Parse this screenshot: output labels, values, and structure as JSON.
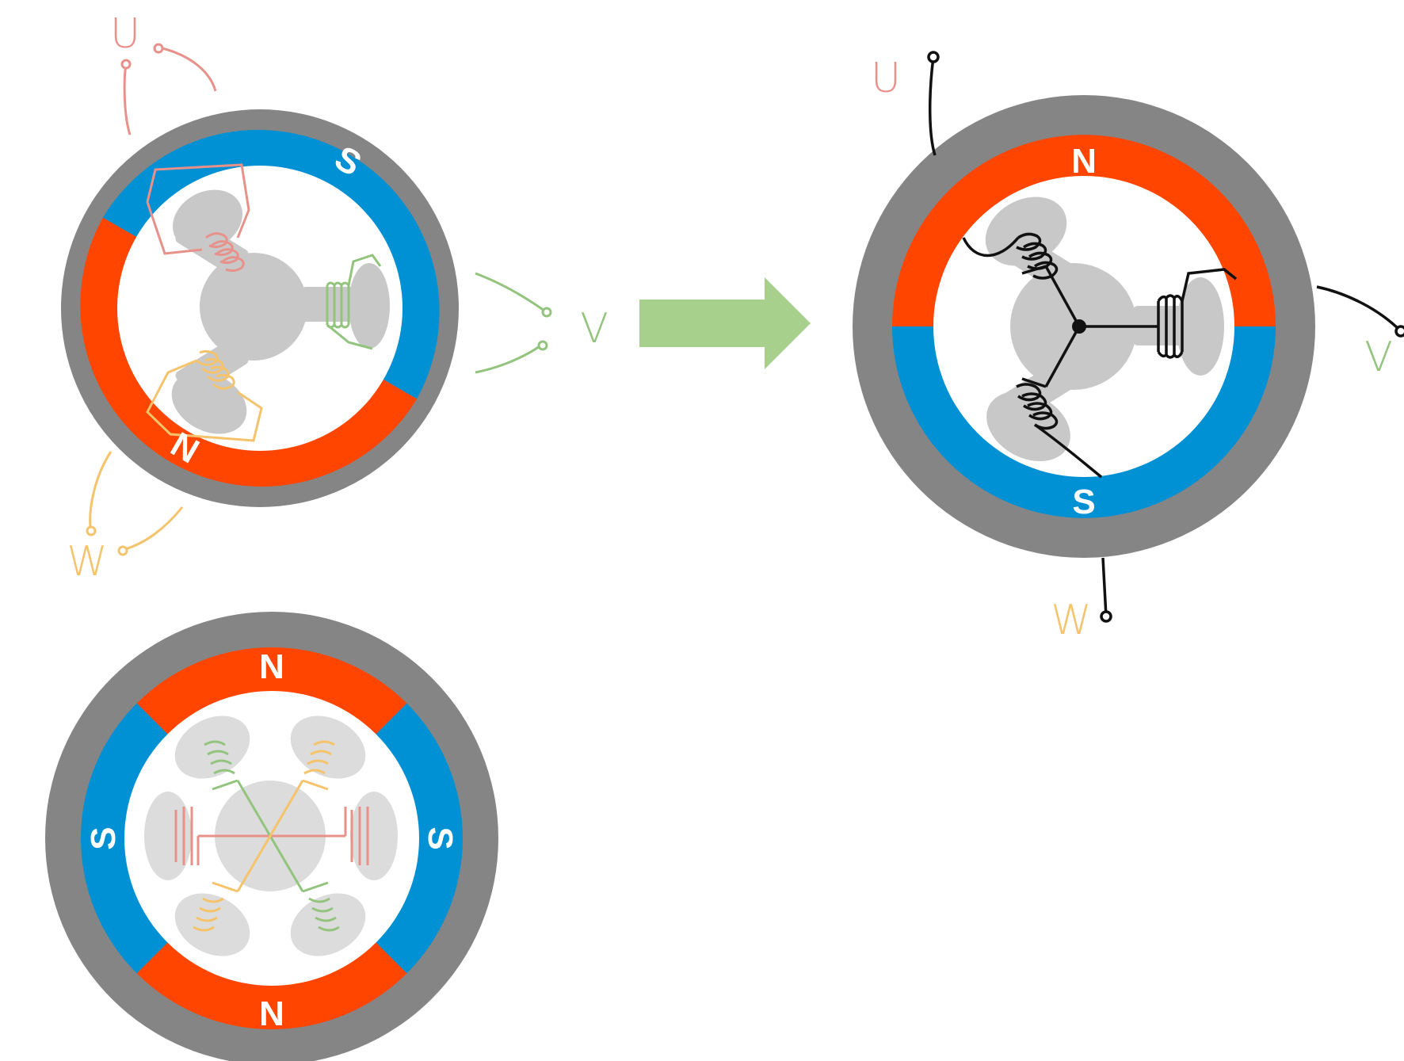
{
  "colors": {
    "stator_ring": "#858585",
    "north_magnet": "#ff4500",
    "south_magnet": "#0090d4",
    "rotor_core": "#c8c8c8",
    "winding_u": "#e8918a",
    "winding_v": "#93c47d",
    "winding_w": "#f5c36b",
    "winding_star": "#111111",
    "arrow": "#a8d08d"
  },
  "left_top_motor": {
    "pole_north": "N",
    "pole_south": "S",
    "phase_u": "U",
    "phase_v": "V",
    "phase_w": "W"
  },
  "right_motor": {
    "pole_north": "N",
    "pole_south": "S",
    "phase_u": "U",
    "phase_v": "V",
    "phase_w": "W"
  },
  "bottom_motor": {
    "pole_north_top": "N",
    "pole_north_bottom": "N",
    "pole_south_left": "S",
    "pole_south_right": "S"
  },
  "transition": {
    "icon": "right-arrow-icon"
  }
}
